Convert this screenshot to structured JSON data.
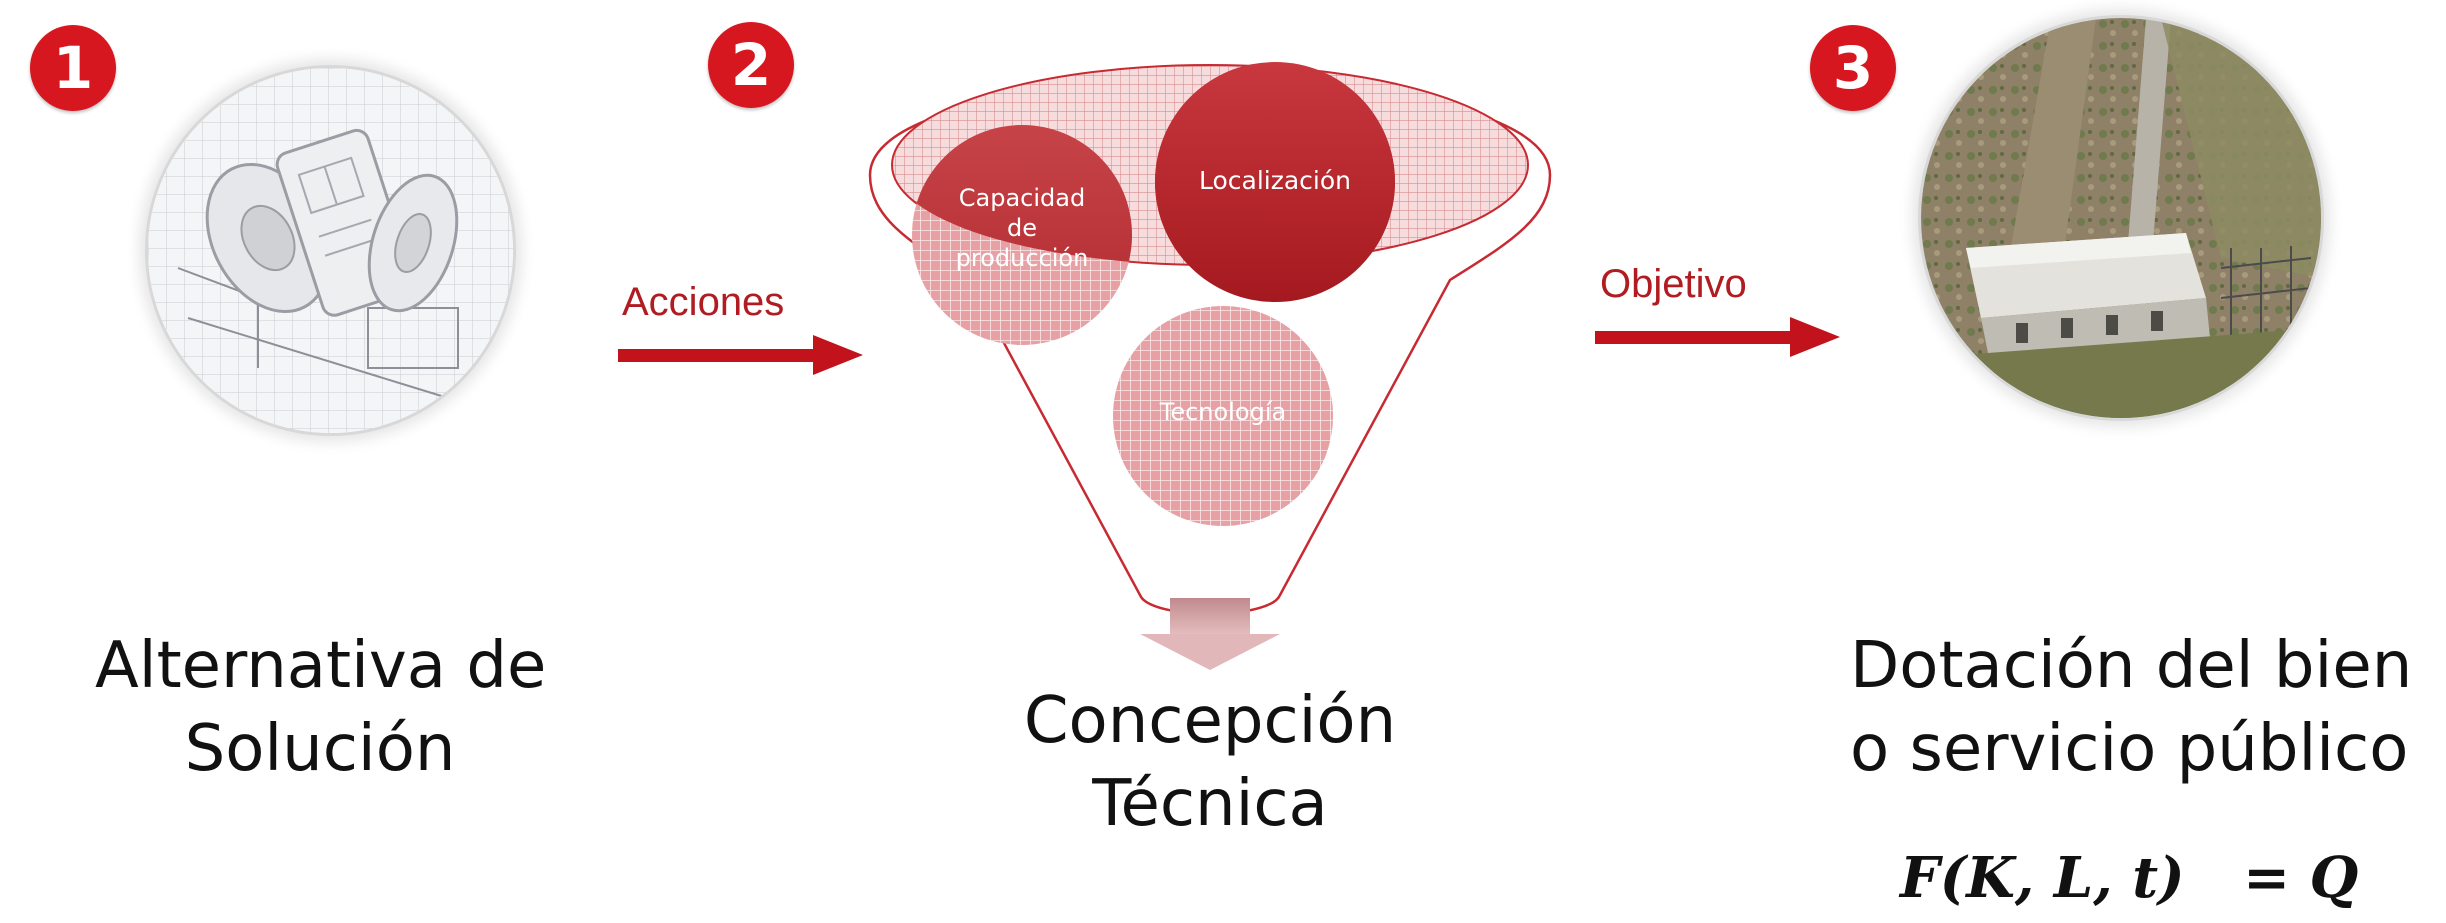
{
  "steps": [
    {
      "number": "1",
      "caption_line1": "Alternativa de",
      "caption_line2": "Solución"
    },
    {
      "number": "2",
      "caption_line1": "Concepción",
      "caption_line2": "Técnica"
    },
    {
      "number": "3",
      "caption_line1": "Dotación del bien",
      "caption_line2": "o servicio público"
    }
  ],
  "arrows": {
    "left_label": "Acciones",
    "right_label": "Objetivo"
  },
  "funnel": {
    "circle_capacidad": {
      "line1": "Capacidad",
      "line2": "de",
      "line3": "producción"
    },
    "circle_localizacion": "Localización",
    "circle_tecnologia": "Tecnología"
  },
  "formula": "F(K, L, t)   = Q",
  "colors": {
    "badge": "#d7171f",
    "accent": "#b01c22",
    "dark_red": "#b3262c",
    "grid_pink": "#e39a9d"
  },
  "icons": {
    "blueprint": "blueprint-rolls-icon",
    "facility": "facility-aerial-icon"
  }
}
